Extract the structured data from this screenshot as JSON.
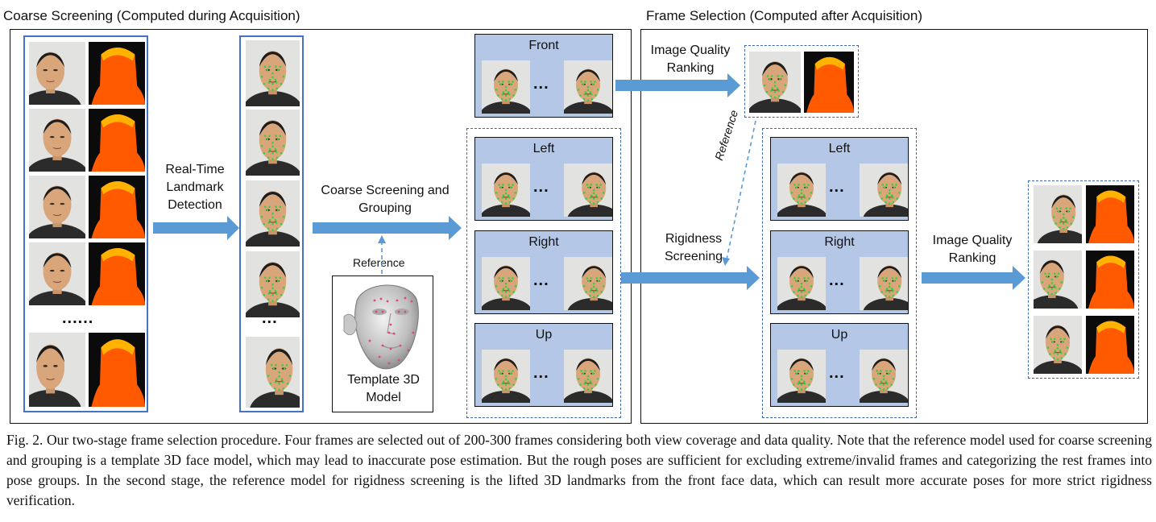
{
  "figure": {
    "stage1_title": "Coarse Screening (Computed during Acquisition)",
    "stage2_title": "Frame Selection (Computed after Acquisition)",
    "step_realtime": "Real-Time Landmark Detection",
    "step_coarse": "Coarse Screening and Grouping",
    "reference_label": "Reference",
    "reference_label_rot": "Reference",
    "template_model": "Template 3D Model",
    "step_quality_top": "Image Quality Ranking",
    "step_rigidity": "Rigidness Screening",
    "step_quality_final": "Image Quality Ranking",
    "ellipsis_long": "......",
    "ellipsis_short": "...",
    "pose_groups": [
      "Front",
      "Left",
      "Right",
      "Up"
    ],
    "pose_groups_refined": [
      "Left",
      "Right",
      "Up"
    ]
  },
  "caption": "Fig. 2.  Our two-stage frame selection procedure. Four frames are selected out of 200-300 frames considering both view coverage and data quality. Note that the reference model used for coarse screening and grouping is a template 3D face model, which may lead to inaccurate pose estimation. But the rough poses are sufficient for excluding extreme/invalid frames and categorizing the rest frames into pose groups. In the second stage, the reference model for rigidness screening is the lifted 3D landmarks from the front face data, which can result more accurate poses for more strict rigidness verification.",
  "colors": {
    "arrow": "#5b9bd5",
    "pose_box": "#b4c7e7",
    "frame_border": "#4472c4",
    "landmark": "#3ccf3c",
    "depth_hot": "#ff5a00",
    "depth_warm": "#ffb300"
  }
}
